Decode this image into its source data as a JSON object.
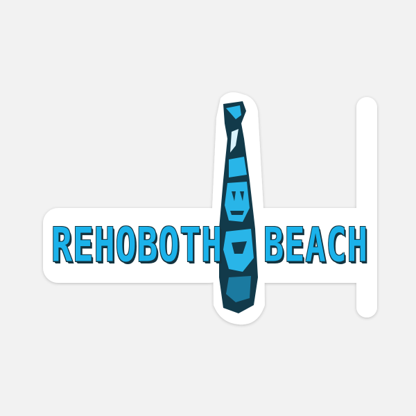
{
  "sticker": {
    "words": {
      "left": "REHOBOTH",
      "right": "BEACH"
    },
    "figure": "totem-pole-carving",
    "colors": {
      "background": "#f2f2f2",
      "sticker_border": "#ffffff",
      "text_fill": "#1bb2ea",
      "outline": "#14333f",
      "totem_light": "#29b5e8",
      "totem_dark": "#123a4a"
    }
  }
}
